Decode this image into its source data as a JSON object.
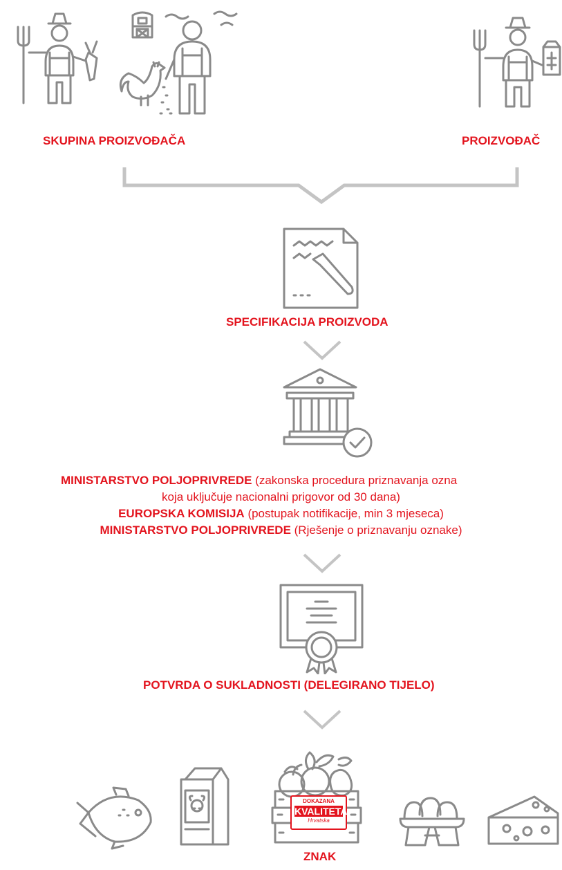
{
  "colors": {
    "accent": "#e3141e",
    "icon": "#8a8a8a"
  },
  "nodes": {
    "group": {
      "label": "SKUPINA PROIZVOĐAČA",
      "icon": "farmers-group-icon"
    },
    "single": {
      "label": "PROIZVOĐAČ",
      "icon": "farmer-icon"
    },
    "spec": {
      "label": "SPECIFIKACIJA PROIZVODA",
      "icon": "document-pen-icon"
    },
    "procedure": {
      "icon": "ministry-building-check-icon",
      "line1_bold": "MINISTARSTVO POLJOPRIVREDE",
      "line1_text": " (zakonska procedura priznavanja ozna",
      "line2_text": "koja uključuje nacionalni prigovor od 30 dana)",
      "line3_bold": "EUROPSKA KOMISIJA",
      "line3_text": " (postupak notifikacije, min 3 mjeseca)",
      "line4_bold": "MINISTARSTVO POLJOPRIVREDE",
      "line4_text": " (Rješenje o priznavanju oznake)"
    },
    "certificate": {
      "label": "POTVRDA O SUKLADNOSTI (DELEGIRANO TIJELO)",
      "icon": "certificate-icon"
    },
    "mark": {
      "label": "ZNAK",
      "crate_line1": "DOKAZANA",
      "crate_line2": "KVALITETA",
      "crate_line3": "Hrvatska",
      "product_icons": [
        "fish-icon",
        "milk-carton-icon",
        "produce-crate-icon",
        "eggs-icon",
        "cheese-icon"
      ]
    }
  }
}
